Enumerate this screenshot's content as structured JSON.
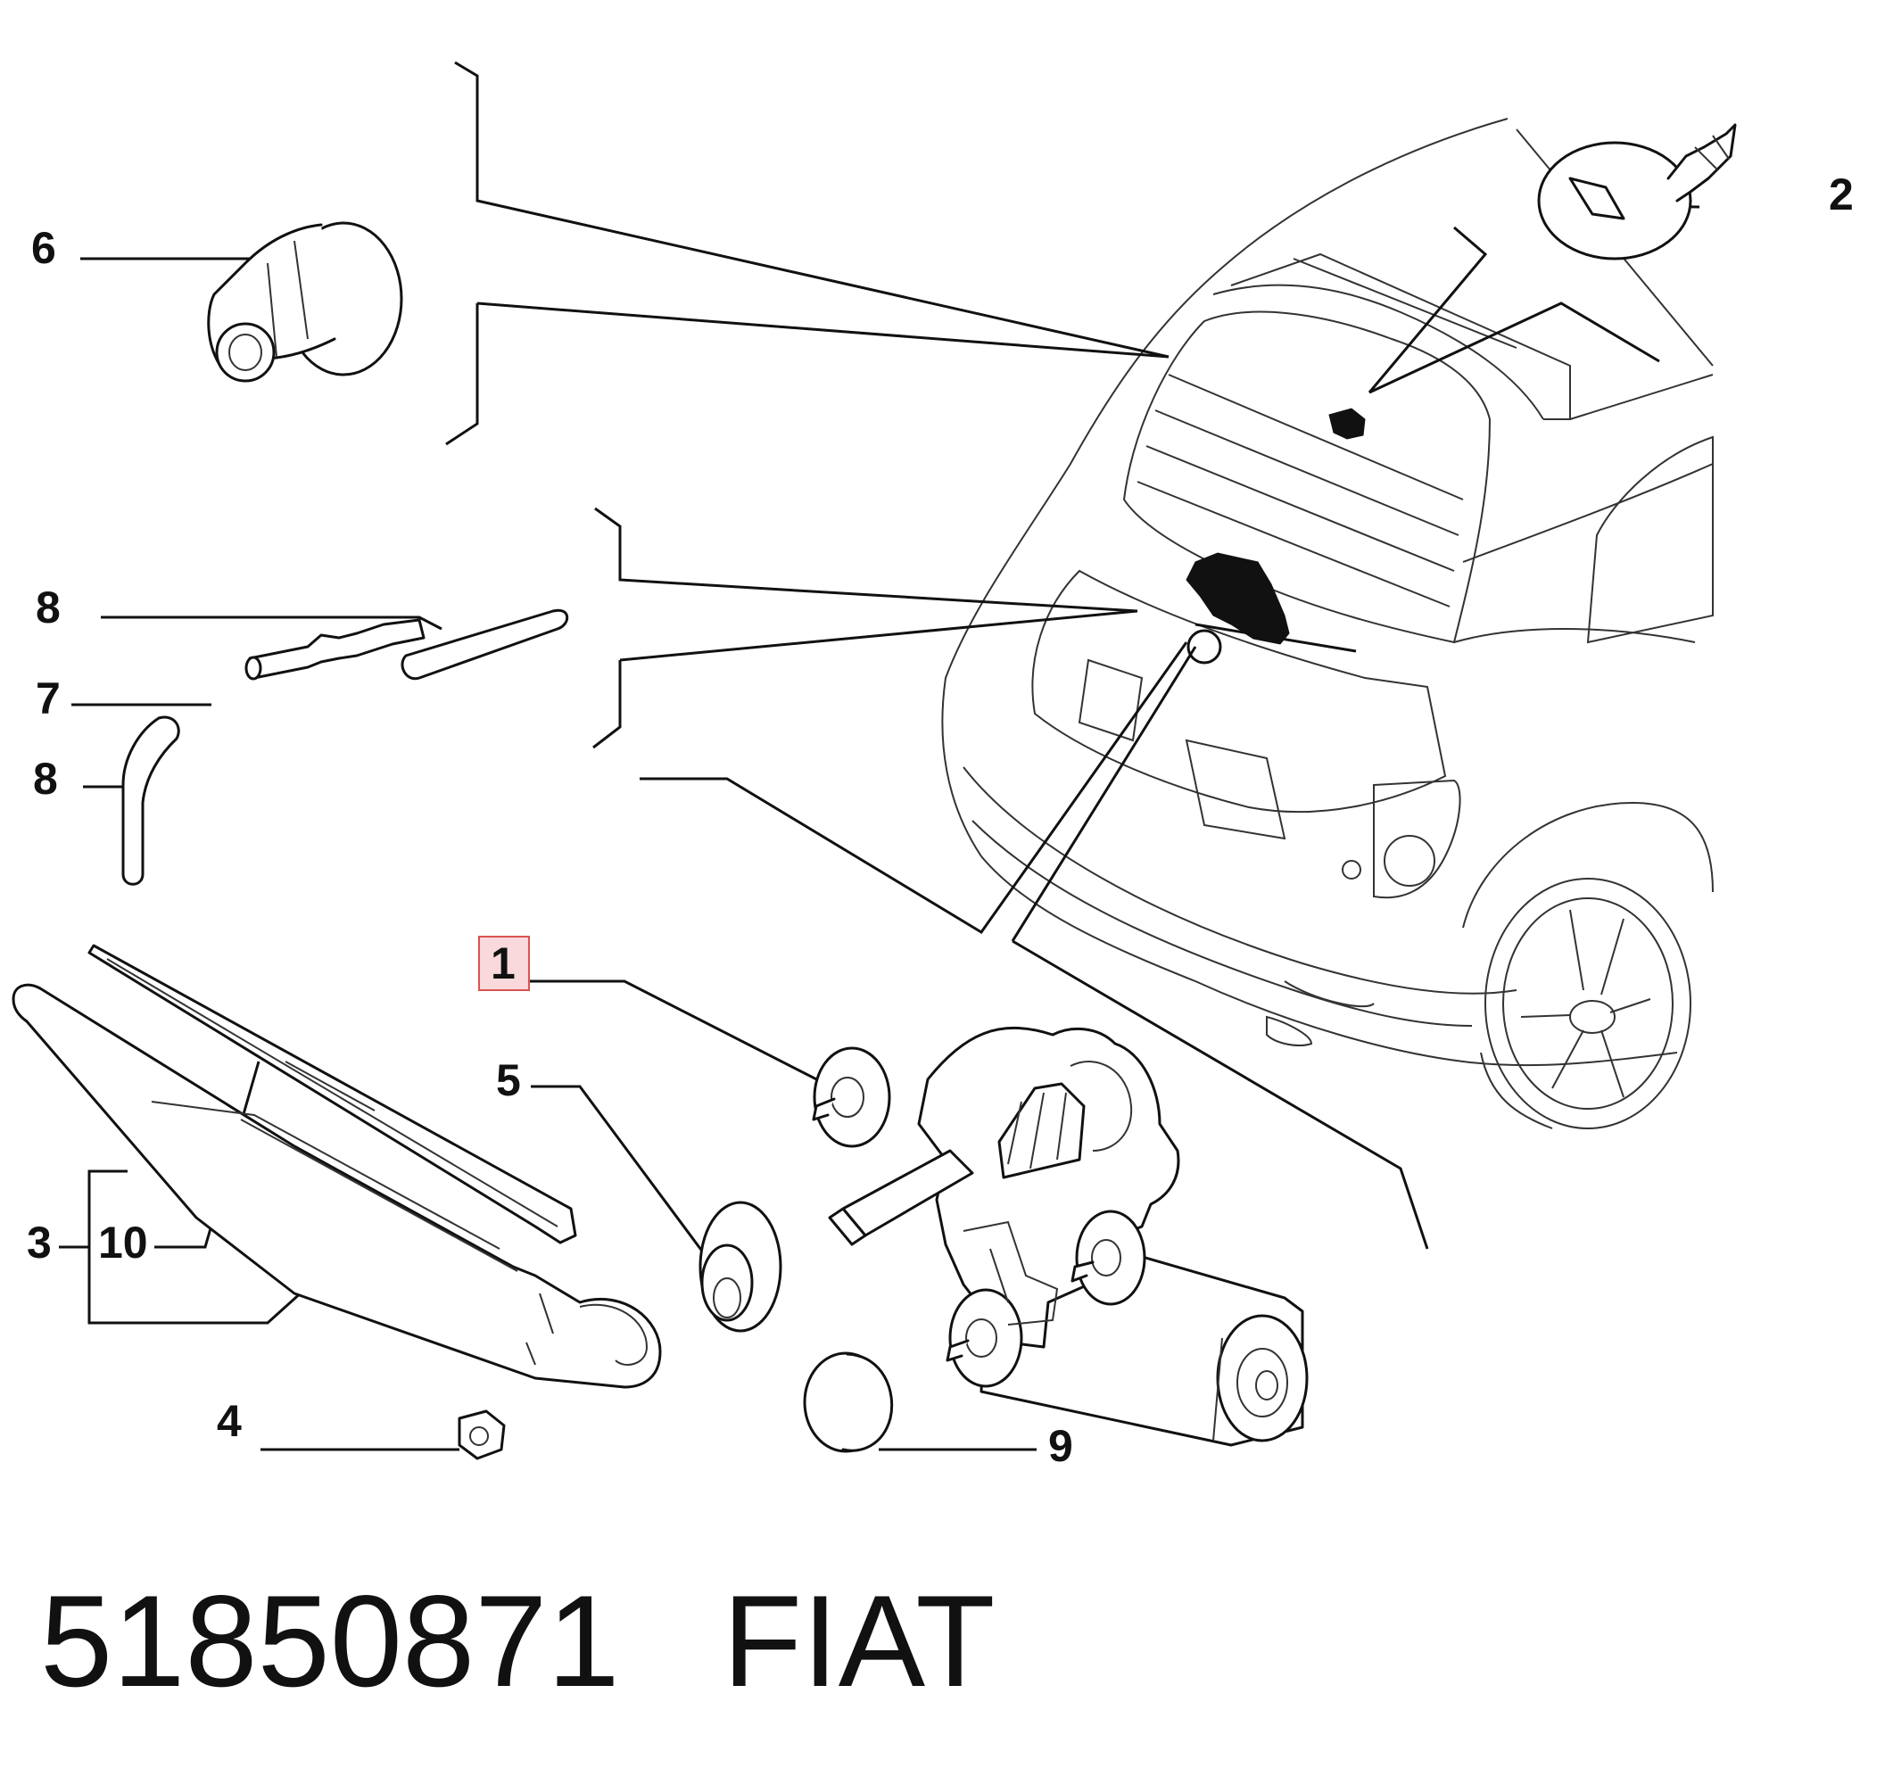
{
  "diagram": {
    "callouts": {
      "c1": "1",
      "c2": "2",
      "c3": "3",
      "c4": "4",
      "c5": "5",
      "c6": "6",
      "c7": "7",
      "c8a": "8",
      "c8b": "8",
      "c9": "9",
      "c10": "10"
    },
    "highlighted_callout": "1",
    "highlight_color": "#f9d9dc",
    "highlight_border_color": "#d9534f"
  },
  "caption": {
    "part_number": "51850871",
    "brand": "FIAT"
  }
}
